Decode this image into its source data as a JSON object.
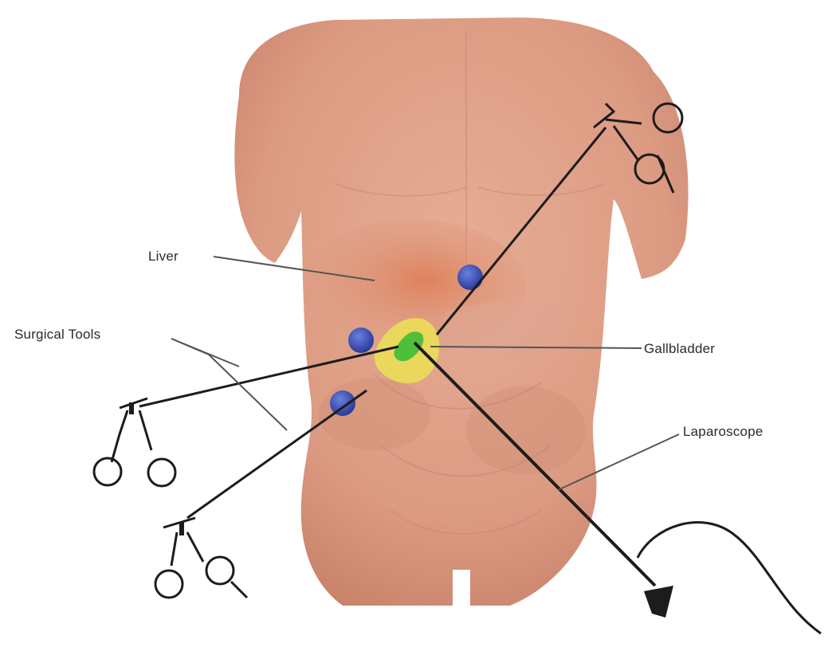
{
  "labels": {
    "liver": "Liver",
    "surgical_tools": "Surgical Tools",
    "gallbladder": "Gallbladder",
    "laparoscope": "Laparoscope"
  },
  "colors": {
    "skin": "#dc9a82",
    "skin_shadow": "#c27c66",
    "liver": "#d8764f",
    "gallbladder": "#e9d85c",
    "gallbladder_core": "#4fbf3a",
    "port": "#3a4fb8",
    "instrument": "#1c1c1c",
    "leader_line": "#555555",
    "background": "#ffffff"
  },
  "icons": [
    "scissors-grasper-icon",
    "laparoscope-eyepiece-icon",
    "trocar-port-icon"
  ]
}
